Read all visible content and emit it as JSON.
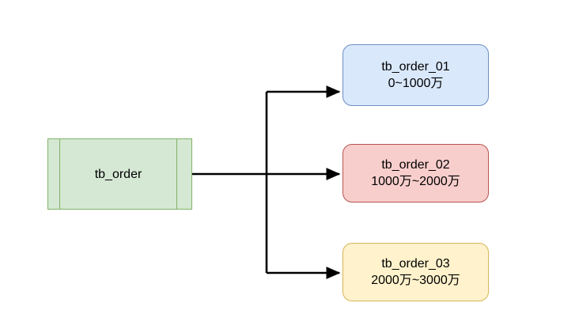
{
  "diagram": {
    "type": "database-sharding",
    "background_color": "#ffffff",
    "edge_color": "#000000",
    "source": {
      "id": "tb_order",
      "label": "tb_order",
      "shape": "table",
      "fill_color": "#d5e8d4",
      "border_color": "#82b366"
    },
    "shards": [
      {
        "id": "tb_order_01",
        "name": "tb_order_01",
        "range": "0~1000万",
        "fill_color": "#dae8fc",
        "border_color": "#6c8ebf"
      },
      {
        "id": "tb_order_02",
        "name": "tb_order_02",
        "range": "1000万~2000万",
        "fill_color": "#f8cecc",
        "border_color": "#b85450"
      },
      {
        "id": "tb_order_03",
        "name": "tb_order_03",
        "range": "2000万~3000万",
        "fill_color": "#fff2cc",
        "border_color": "#d6b656"
      }
    ]
  }
}
